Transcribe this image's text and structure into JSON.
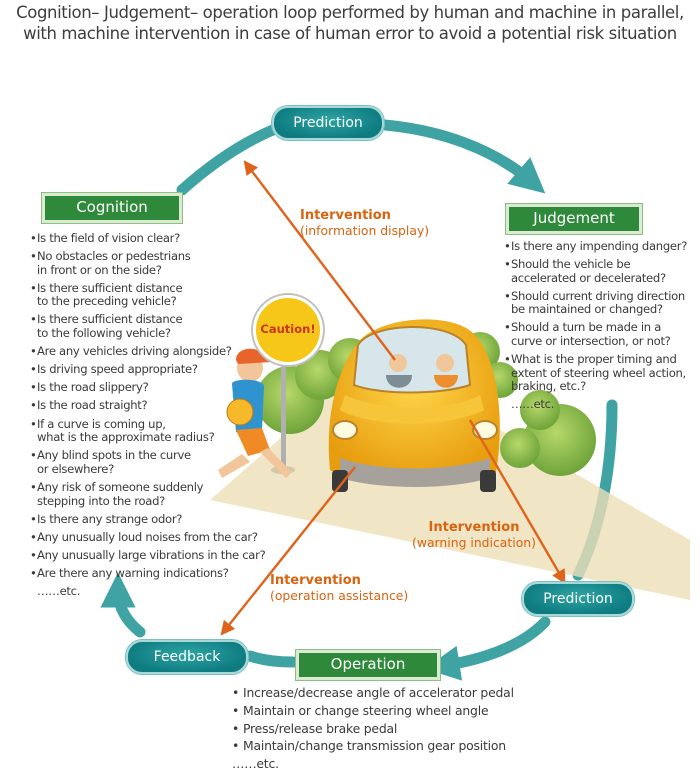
{
  "title": {
    "line1": "Cognition– Judgement– operation loop performed by human and machine in parallel,",
    "line2": "with machine intervention in case of human error to avoid a potential risk situation"
  },
  "nodes": {
    "prediction_top": "Prediction",
    "cognition": "Cognition",
    "judgement": "Judgement",
    "prediction_bottom": "Prediction",
    "feedback": "Feedback",
    "operation": "Operation"
  },
  "cognition_items": [
    "Is the field of vision clear?",
    "No obstacles or pedestrians",
    "in front or on the side?",
    "Is there sufficient distance",
    "to the preceding vehicle?",
    "Is there sufficient distance",
    "to the following vehicle?",
    "Are any vehicles driving alongside?",
    "Is driving speed appropriate?",
    "Is the road slippery?",
    "Is the road straight?",
    "If a curve is coming up,",
    "what is the approximate radius?",
    "Any blind spots in the curve",
    "or elsewhere?",
    "Any risk of someone suddenly",
    "stepping into the road?",
    "Is there any strange odor?",
    "Any unusually loud noises from the car?",
    "Any unusually large vibrations in the car?",
    "Are there any warning indications?",
    "……etc."
  ],
  "judgement_items": [
    "Is there any impending danger?",
    "Should the vehicle be",
    "accelerated or decelerated?",
    "Should current driving direction",
    "be maintained or changed?",
    "Should a turn be made in a",
    "curve or intersection, or not?",
    "What is the proper timing and",
    "extent of steering wheel action,",
    "braking, etc.?",
    "……etc."
  ],
  "operation_items": [
    "Increase/decrease angle of accelerator pedal",
    "Maintain or change steering wheel angle",
    "Press/release brake pedal",
    "Maintain/change transmission gear position",
    "……etc."
  ],
  "interventions": {
    "info_heading": "Intervention",
    "info_sub": "(information display)",
    "warning_heading": "Intervention",
    "warning_sub": "(warning indication)",
    "assist_heading": "Intervention",
    "assist_sub": "(operation assistance)"
  },
  "caution_sign": "Caution!",
  "colors": {
    "green_box": "#2e8a3a",
    "teal_badge": "#0d7b80",
    "teal_arrow": "#3fa3a3",
    "intervention": "#d9630f",
    "car": "#f2b21a"
  }
}
